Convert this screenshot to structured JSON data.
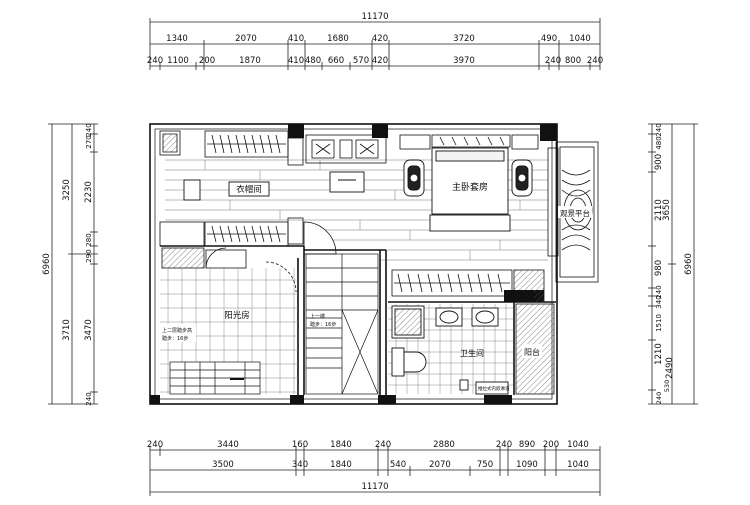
{
  "dims": {
    "top_total": "11170",
    "top_row1": [
      "1340",
      "2070",
      "410",
      "1680",
      "420",
      "3720",
      "490",
      "1040"
    ],
    "top_row2": [
      "240",
      "1100",
      "200",
      "1870",
      "410",
      "480",
      "660",
      "570",
      "420",
      "3970",
      "240",
      "800",
      "240"
    ],
    "bottom_row1": [
      "240",
      "3440",
      "160",
      "1840",
      "240",
      "2880",
      "240",
      "890",
      "200",
      "1040"
    ],
    "bottom_row2": [
      "3500",
      "340",
      "1840",
      "540",
      "2070",
      "750",
      "1090",
      "1040"
    ],
    "bottom_total": "11170",
    "left_total": "6960",
    "left_outer": [
      "3250",
      "3710"
    ],
    "left_inner": [
      "270",
      "240",
      "2230",
      "280",
      "290",
      "3470",
      "240"
    ],
    "right_total": "6960",
    "right_outer": [
      "3650"
    ],
    "right_inner": [
      "240",
      "480",
      "900",
      "2110",
      "980",
      "240",
      "340",
      "1510",
      "1210",
      "2490",
      "240",
      "530"
    ]
  },
  "rooms": {
    "closet": "衣帽间",
    "master_bedroom": "主卧套房",
    "sunroom": "阳光房",
    "bathroom": "卫生间",
    "balcony": "阳台",
    "terrace": "观景平台"
  },
  "notes": {
    "sun_note_1": "上二层踏步高",
    "sun_note_2": "踏步：16步",
    "stair_note_1": "上一楼",
    "stair_note_2": "踏步：16步",
    "bath_note": "推拉式内嵌淋浴"
  }
}
